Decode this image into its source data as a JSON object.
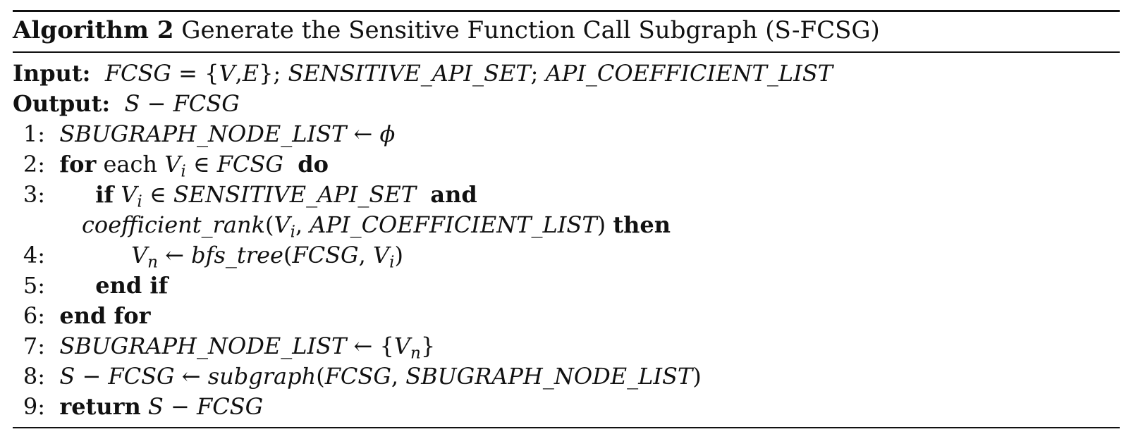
{
  "caption": {
    "label": "Algorithm 2",
    "title": "Generate the Sensitive Function Call Subgraph (S-FCSG)"
  },
  "input": {
    "label": "Input:",
    "fcsg": "FCSG",
    "eq": " = {",
    "v": "V",
    "comma": ",",
    "e": "E",
    "close": "};",
    "set": "SENSITIVE_API_SET",
    "semi": ";",
    "coef": "API_COEFFICIENT_LIST"
  },
  "output": {
    "label": "Output:",
    "value": "S − FCSG"
  },
  "lines": {
    "l1": {
      "num": "1:",
      "var": "SBUGRAPH_NODE_LIST",
      "arrow": " ← ",
      "phi": "ϕ"
    },
    "l2": {
      "num": "2:",
      "kw_for": "for",
      "each": " each ",
      "v": "V",
      "i": "i",
      "in": " ∈ ",
      "set": "FCSG",
      "kw_do": "do"
    },
    "l3": {
      "num": "3:",
      "kw_if": "if",
      "v": "V",
      "i": "i",
      "in": " ∈ ",
      "set": "SENSITIVE_API_SET",
      "kw_and": "and"
    },
    "l3b": {
      "fn": "coefficient_rank",
      "open": "(",
      "v": "V",
      "i": "i",
      "sep": ", ",
      "arg": "API_COEFFICIENT_LIST",
      "close": ")",
      "kw_then": "then"
    },
    "l4": {
      "num": "4:",
      "v": "V",
      "n": "n",
      "arrow": " ← ",
      "fn": "bfs_tree",
      "open": "(",
      "arg": "FCSG",
      "sep": ", ",
      "v2": "V",
      "i": "i",
      "close": ")"
    },
    "l5": {
      "num": "5:",
      "kw": "end if"
    },
    "l6": {
      "num": "6:",
      "kw": "end for"
    },
    "l7": {
      "num": "7:",
      "var": "SBUGRAPH_NODE_LIST",
      "arrow": " ← {",
      "v": "V",
      "n": "n",
      "close": "}"
    },
    "l8": {
      "num": "8:",
      "var": "S − FCSG",
      "arrow": " ← ",
      "fn": "subgraph",
      "open": "(",
      "arg1": "FCSG",
      "sep": ", ",
      "arg2": "SBUGRAPH_NODE_LIST",
      "close": ")"
    },
    "l9": {
      "num": "9:",
      "kw": "return",
      "var": "S − FCSG"
    }
  }
}
